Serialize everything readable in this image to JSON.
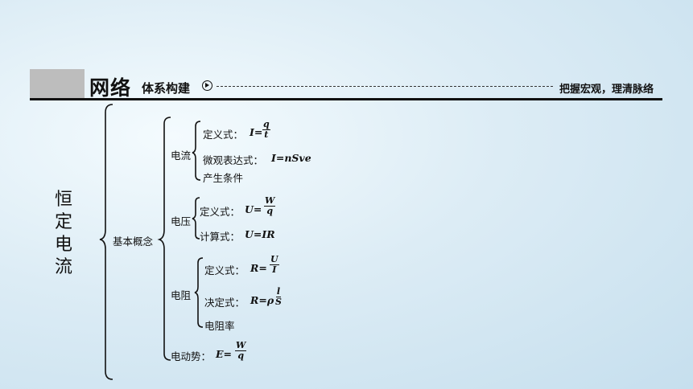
{
  "header": {
    "title": "网络",
    "subtitle": "体系构建",
    "right_text": "把握宏观，理清脉络"
  },
  "diagram": {
    "root": "恒定电流",
    "level1": "基本概念",
    "current": {
      "label": "电流",
      "definition_label": "定义式：",
      "definition_lhs": "I=",
      "definition_num": "q",
      "definition_den": "t",
      "micro_label": "微观表达式：",
      "micro_formula": "I=nSve",
      "condition": "产生条件"
    },
    "voltage": {
      "label": "电压",
      "definition_label": "定义式：",
      "definition_lhs": "U=",
      "definition_num": "W",
      "definition_den": "q",
      "calc_label": "计算式：",
      "calc_formula": "U=IR"
    },
    "resistance": {
      "label": "电阻",
      "definition_label": "定义式：",
      "definition_lhs": "R=",
      "definition_num": "U",
      "definition_den": "I",
      "determine_label": "决定式：",
      "determine_lhs": "R=ρ",
      "determine_num": "l",
      "determine_den": "S",
      "resistivity": "电阻率"
    },
    "emf": {
      "label": "电动势：",
      "lhs": "E=",
      "num": "W",
      "den": "q"
    }
  }
}
